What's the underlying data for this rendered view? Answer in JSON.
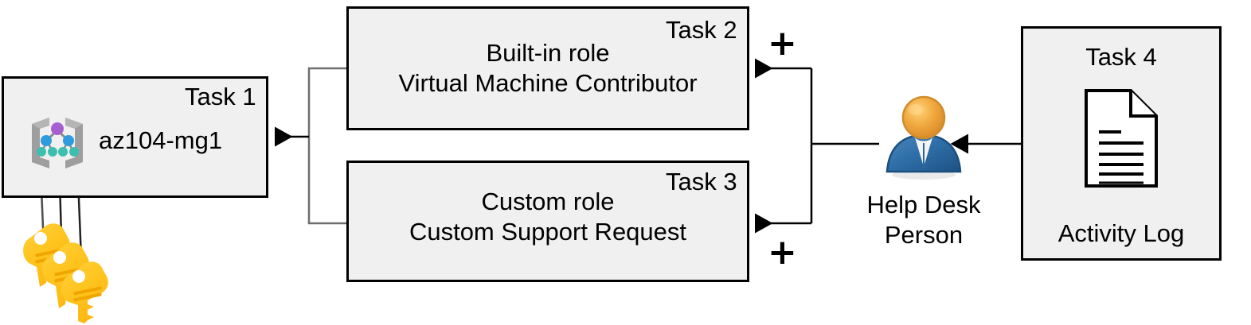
{
  "diagram": {
    "title": "Azure RBAC task diagram",
    "background_color": "#ffffff",
    "box_fill": "#f0f0f0",
    "box_stroke": "#000000",
    "connector_color": "#000000"
  },
  "boxes": [
    {
      "id": "task1",
      "task_label": "Task 1",
      "icon": "management-group-icon",
      "text": "az104-mg1",
      "lines": []
    },
    {
      "id": "task2",
      "task_label": "Task 2",
      "icon": null,
      "lines": [
        "Built-in role",
        "Virtual Machine Contributor"
      ]
    },
    {
      "id": "task3",
      "task_label": "Task 3",
      "icon": null,
      "lines": [
        "Custom role",
        "Custom Support Request"
      ]
    },
    {
      "id": "task4",
      "task_label": "Task 4",
      "icon": "document-icon",
      "lines": [
        "Activity Log"
      ]
    }
  ],
  "actors": [
    {
      "id": "help-desk-person",
      "icon": "person-icon",
      "caption_line1": "Help Desk",
      "caption_line2": "Person",
      "head_color": "#e8a33d",
      "body_color": "#2e6da4"
    }
  ],
  "annotations": {
    "plus_top": "+",
    "plus_bottom": "+"
  },
  "icon_colors": {
    "management_group_root": "#a65fd0",
    "management_group_mid": "#2e9bdf",
    "management_group_leaf": "#3cbfae",
    "management_group_bracket": "#9e9e9e",
    "key_body": "#ffc41f",
    "key_highlight": "#ffd83d",
    "key_groove": "#f0a500"
  },
  "keys": {
    "name": "keys-icon-group",
    "count": 3
  }
}
